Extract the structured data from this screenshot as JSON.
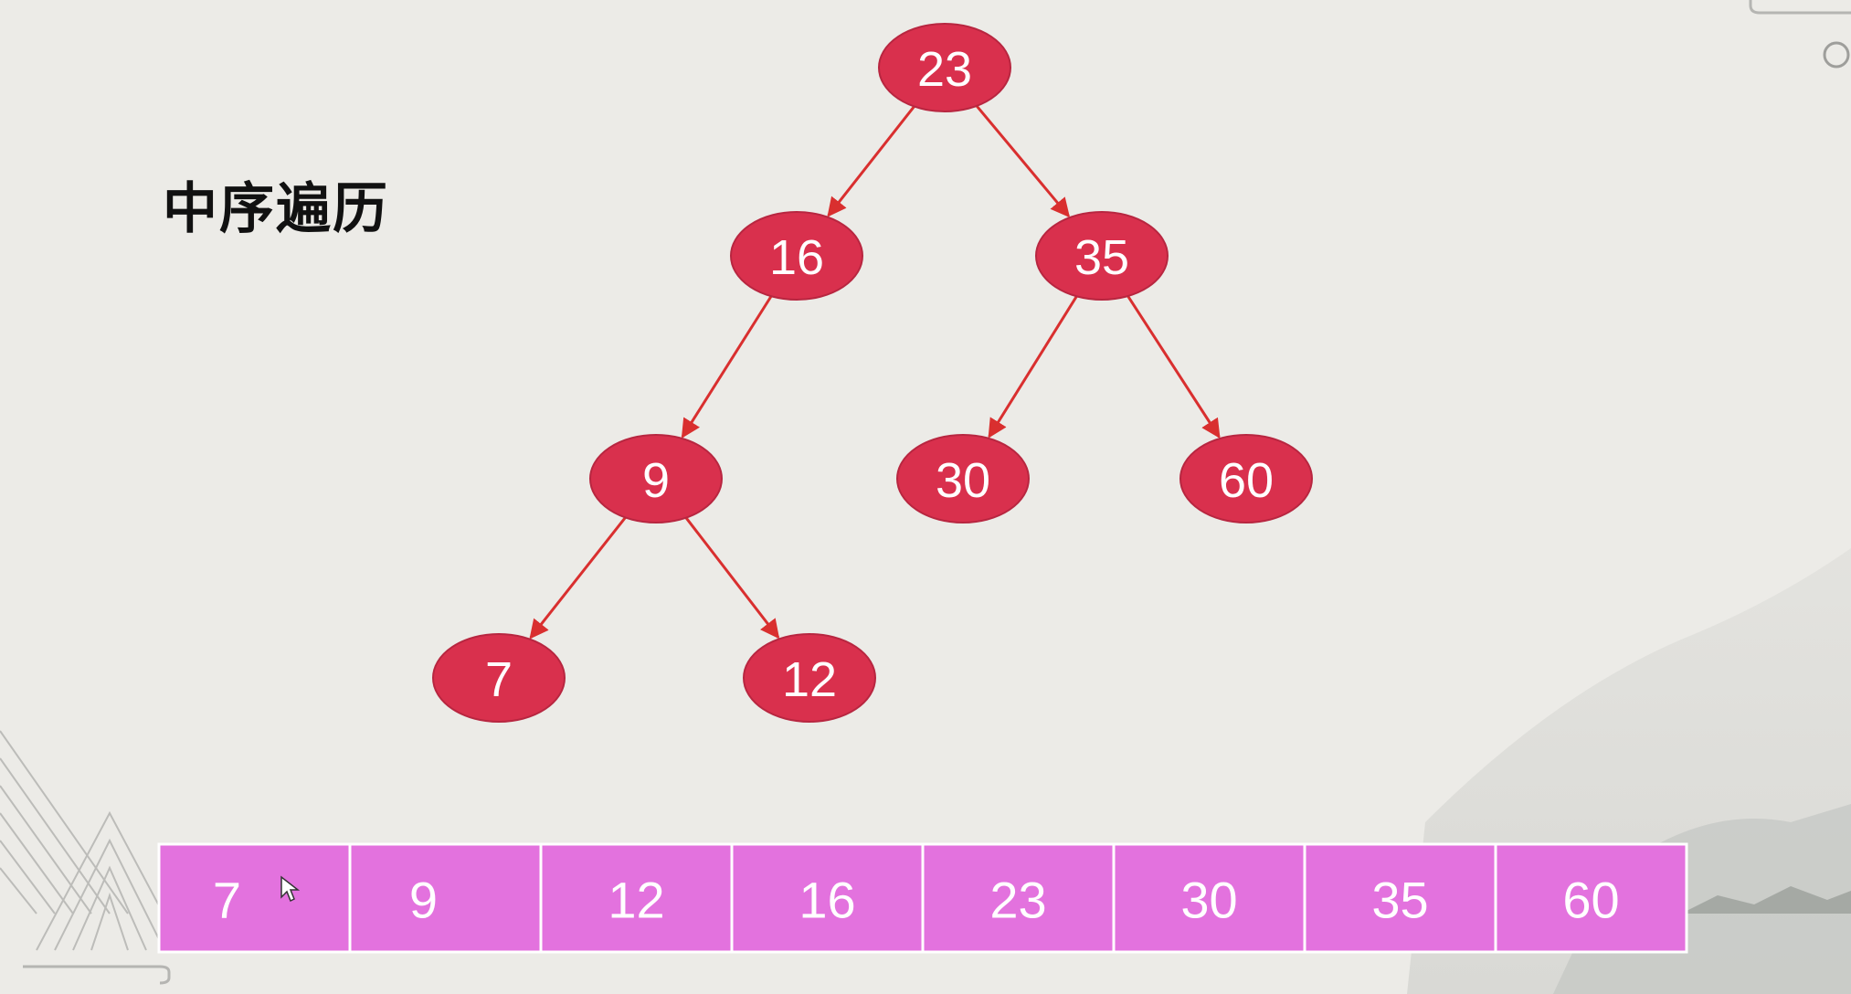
{
  "title": "中序遍历",
  "colors": {
    "node_fill": "#d9304d",
    "edge": "#d92f2f",
    "cell_fill": "#e372de",
    "cell_border": "#ffffff"
  },
  "tree": {
    "nodes": [
      {
        "id": "n23",
        "label": "23"
      },
      {
        "id": "n16",
        "label": "16"
      },
      {
        "id": "n35",
        "label": "35"
      },
      {
        "id": "n9",
        "label": "9"
      },
      {
        "id": "n30",
        "label": "30"
      },
      {
        "id": "n60",
        "label": "60"
      },
      {
        "id": "n7",
        "label": "7"
      },
      {
        "id": "n12",
        "label": "12"
      }
    ],
    "edges": [
      {
        "from": "n23",
        "to": "n16"
      },
      {
        "from": "n23",
        "to": "n35"
      },
      {
        "from": "n16",
        "to": "n9"
      },
      {
        "from": "n35",
        "to": "n30"
      },
      {
        "from": "n35",
        "to": "n60"
      },
      {
        "from": "n9",
        "to": "n7"
      },
      {
        "from": "n9",
        "to": "n12"
      }
    ]
  },
  "traversal": [
    "7",
    "9",
    "12",
    "16",
    "23",
    "30",
    "35",
    "60"
  ]
}
